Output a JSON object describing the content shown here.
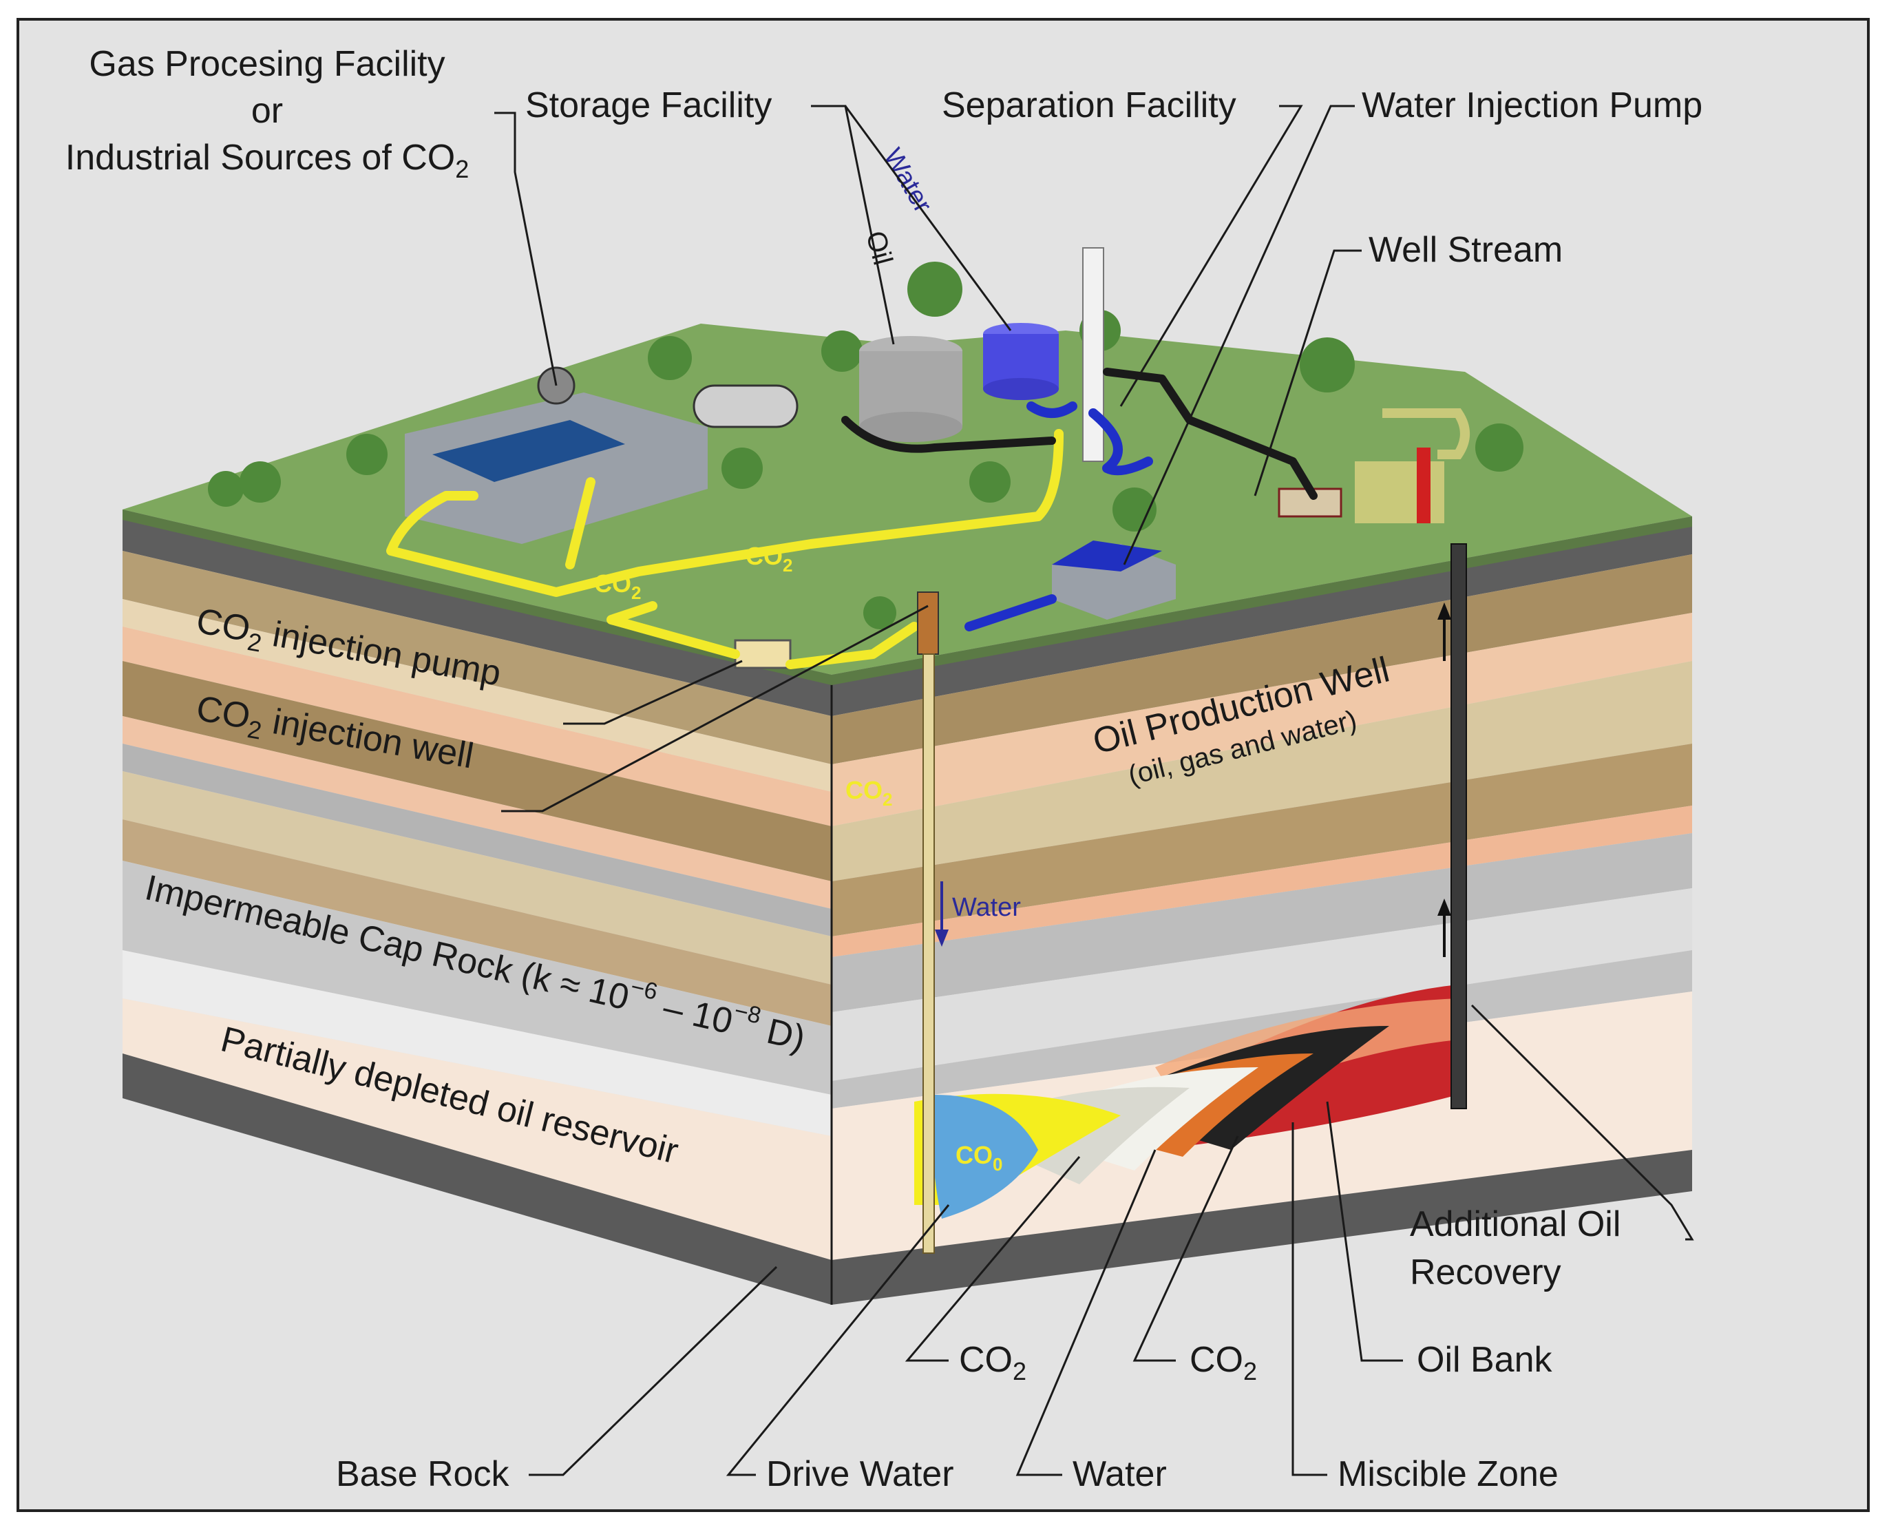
{
  "labels": {
    "gas_facility_1": "Gas Procesing Facility",
    "gas_facility_2": "or",
    "gas_facility_3": "Industrial Sources of CO",
    "gas_facility_3_sub": "2",
    "storage": "Storage Facility",
    "separation": "Separation Facility",
    "water_pump": "Water Injection Pump",
    "well_stream": "Well Stream",
    "water_tag": "Water",
    "oil_tag": "Oil",
    "co2_pump": "CO",
    "co2_pump_sub": "2",
    "co2_pump_rest": " injection pump",
    "co2_well": "CO",
    "co2_well_sub": "2",
    "co2_well_rest": " injection well",
    "oil_prod_well": "Oil Production Well",
    "oil_prod_well_sub": "(oil, gas and water)",
    "cap_rock": "Impermeable Cap Rock (k ≈ 10",
    "cap_rock_exp1": "−6",
    "cap_rock_mid": " – 10",
    "cap_rock_exp2": "−8",
    "cap_rock_end": " D)",
    "reservoir": "Partially depleted oil reservoir",
    "water_down": "Water",
    "co2_surface_1": "CO",
    "co2_surface_1_sub": "2",
    "co2_surface_2": "CO",
    "co2_surface_2_sub": "2",
    "co2_pipe": "CO",
    "co2_pipe_sub": "2",
    "co2_plume": "CO",
    "co2_plume_sub": "0",
    "additional_1": "Additional Oil",
    "additional_2": "Recovery",
    "co2_zone_1": "CO",
    "co2_zone_1_sub": "2",
    "co2_zone_2": "CO",
    "co2_zone_2_sub": "2",
    "oil_bank": "Oil Bank",
    "base_rock": "Base Rock",
    "drive_water": "Drive Water",
    "water": "Water",
    "miscible_zone": "Miscible Zone"
  },
  "colors": {
    "co2_line": "#f2ea2a",
    "water_line": "#1f2fc8",
    "oil_line": "#1a1a1a",
    "ground": "#7ea85e",
    "drive_water_zone": "#5ea6dc",
    "co2_zone": "#f4ee1e",
    "water_zone": "#d9d9d0",
    "oil_bank_zone": "#222222",
    "miscible_zone": "#e0732a",
    "red_zone": "#c8262a"
  }
}
